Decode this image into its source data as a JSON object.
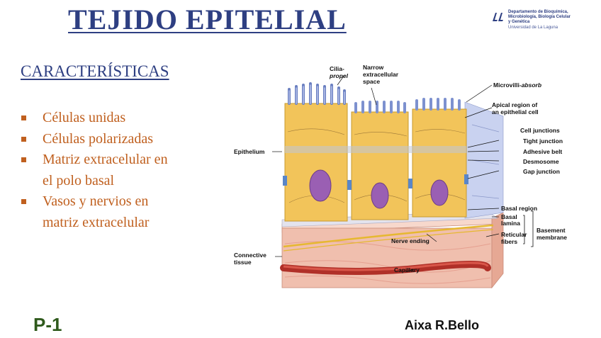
{
  "header": {
    "title": "TEJIDO EPITELIAL",
    "logo": {
      "lines": [
        "Departamento de Bioquímica,",
        "Microbiología, Biología Celular",
        "y Genética"
      ],
      "university": "Universidad de La Laguna"
    }
  },
  "section_title": "CARACTERÍSTICAS",
  "bullets": [
    "Células unidas",
    "Células polarizadas",
    "Matriz extracelular en el polo basal",
    "Vasos y nervios en matriz extracelular"
  ],
  "footer": {
    "page_label": "P-1",
    "author": "Aixa R.Bello"
  },
  "diagram": {
    "labels": {
      "cilia": "Cilia-",
      "cilia_role": "propel",
      "narrow_1": "Narrow",
      "narrow_2": "extracellular",
      "narrow_3": "space",
      "microvilli": "Microvilli-",
      "microvilli_role": "absorb",
      "apical_1": "Apical region of",
      "apical_2": "an epithelial cell",
      "cell_junctions": "Cell junctions",
      "tight_junction": "Tight junction",
      "adhesive_belt": "Adhesive belt",
      "desmosome": "Desmosome",
      "gap_junction": "Gap junction",
      "epithelium": "Epithelium",
      "basal_region": "Basal region",
      "basal_lamina_1": "Basal",
      "basal_lamina_2": "lamina",
      "reticular_1": "Reticular",
      "reticular_2": "fibers",
      "basement_1": "Basement",
      "basement_2": "membrane",
      "nerve_ending": "Nerve ending",
      "connective_1": "Connective",
      "connective_2": "tissue",
      "capillary": "Capillary"
    },
    "colors": {
      "cell": "#f2c45a",
      "cilia": "#8fa3d9",
      "nucleus": "#9a5fb3",
      "connective": "#f0bfae",
      "basal": "#e3e3ee",
      "capillary": "#c0392b",
      "nerve": "#e6b830"
    }
  }
}
